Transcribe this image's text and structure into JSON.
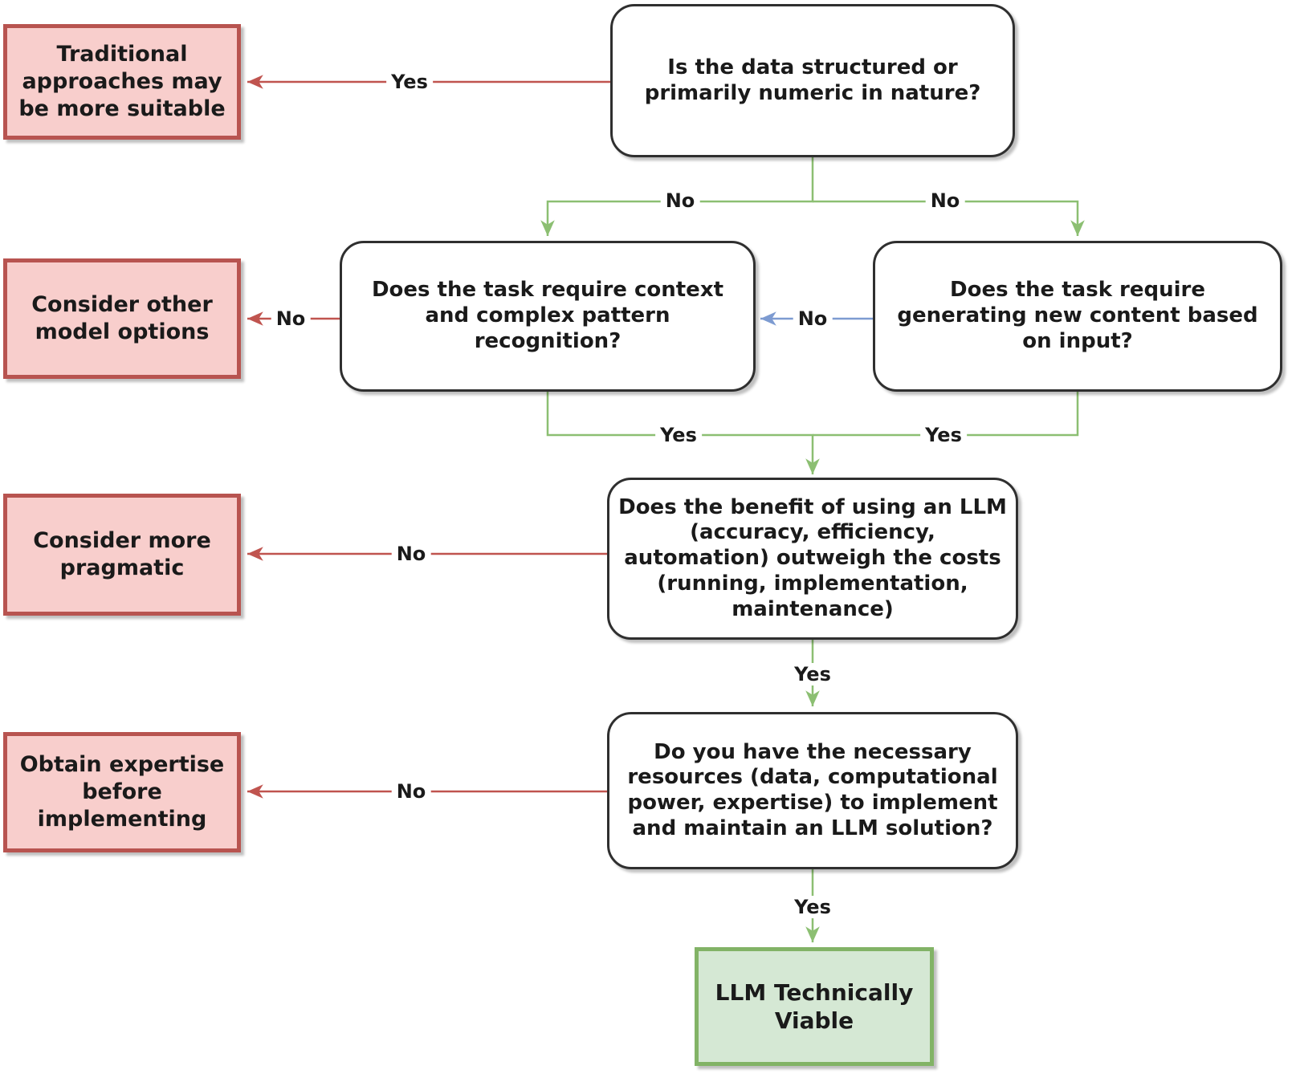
{
  "diagram": {
    "kind": "flowchart",
    "topic": "LLM technical viability decision tree"
  },
  "palette": {
    "decision_fill": "#ffffff",
    "decision_border": "#2f2f2f",
    "negative_fill": "#f8cecc",
    "negative_border": "#b85450",
    "positive_fill": "#d5e8d4",
    "positive_border": "#82b366",
    "edge_red": "#c0544f",
    "edge_green": "#8cbf72",
    "edge_blue": "#7d9bd1",
    "text": "#1a1a1a"
  },
  "nodes": [
    {
      "id": "traditional",
      "type": "outcome-negative",
      "text": "Traditional approaches may be more suitable"
    },
    {
      "id": "q-structured",
      "type": "decision",
      "text": "Is the data structured or primarily numeric in nature?"
    },
    {
      "id": "consider-other",
      "type": "outcome-negative",
      "text": "Consider other model options"
    },
    {
      "id": "q-context",
      "type": "decision",
      "text": "Does the task require context and complex pattern recognition?"
    },
    {
      "id": "q-generate",
      "type": "decision",
      "text": "Does the task require generating new content based on input?"
    },
    {
      "id": "consider-pragmatic",
      "type": "outcome-negative",
      "text": "Consider more pragmatic"
    },
    {
      "id": "q-benefit",
      "type": "decision",
      "text": "Does the benefit of using an LLM (accuracy, efficiency, automation) outweigh the costs (running, implementation, maintenance)"
    },
    {
      "id": "q-resources",
      "type": "decision",
      "text": "Do you have the necessary resources (data, computational power, expertise) to implement and maintain an LLM solution?"
    },
    {
      "id": "obtain-expertise",
      "type": "outcome-negative",
      "text": "Obtain expertise before implementing"
    },
    {
      "id": "llm-viable",
      "type": "outcome-positive",
      "text": "LLM Technically Viable"
    }
  ],
  "edge_labels": [
    {
      "edge": "structured-to-traditional",
      "label": "Yes"
    },
    {
      "edge": "structured-to-context",
      "label": "No"
    },
    {
      "edge": "structured-to-generate",
      "label": "No"
    },
    {
      "edge": "context-to-other-models",
      "label": "No"
    },
    {
      "edge": "generate-to-context",
      "label": "No"
    },
    {
      "edge": "context-to-benefit",
      "label": "Yes"
    },
    {
      "edge": "generate-to-benefit",
      "label": "Yes"
    },
    {
      "edge": "benefit-to-pragmatic",
      "label": "No"
    },
    {
      "edge": "benefit-to-resources",
      "label": "Yes"
    },
    {
      "edge": "resources-to-expertise",
      "label": "No"
    },
    {
      "edge": "resources-to-viable",
      "label": "Yes"
    }
  ]
}
